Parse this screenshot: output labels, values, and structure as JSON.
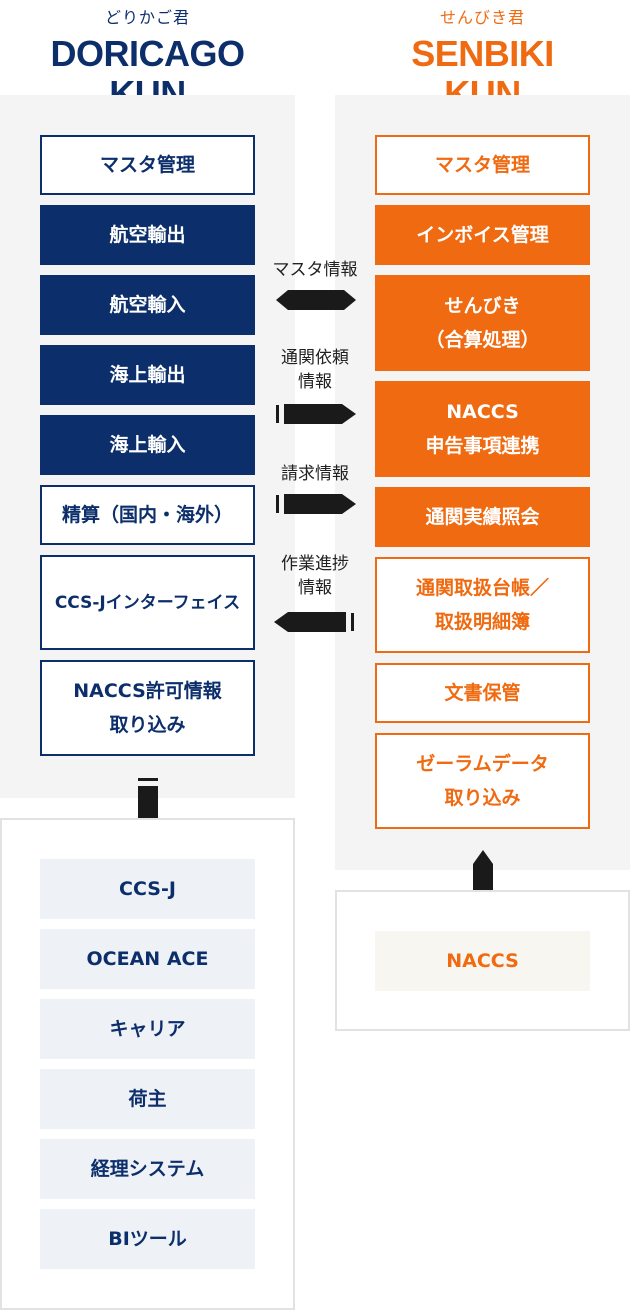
{
  "doricago": {
    "subtitle": "どりかご君",
    "title_line1": "DORICAGO",
    "title_line2": "KUN",
    "modules": [
      "マスタ管理",
      "航空輸出",
      "航空輸入",
      "海上輸出",
      "海上輸入",
      "精算（国内・海外）",
      "CCS-Jインターフェイス",
      "NACCS許可情報\n取り込み"
    ],
    "external": [
      "CCS-J",
      "OCEAN ACE",
      "キャリア",
      "荷主",
      "経理システム",
      "BIツール"
    ]
  },
  "senbiki": {
    "subtitle": "せんびき君",
    "title_line1": "SENBIKI",
    "title_line2": "KUN",
    "modules": [
      "マスタ管理",
      "インボイス管理",
      "せんびき\n（合算処理）",
      "NACCS\n申告事項連携",
      "通関実績照会",
      "通関取扱台帳／\n取扱明細簿",
      "文書保管",
      "ゼーラムデータ\n取り込み"
    ],
    "external": [
      "NACCS"
    ]
  },
  "flows": [
    {
      "label": "マスタ情報",
      "direction": "both"
    },
    {
      "label": "通関依頼\n情報",
      "direction": "to-senbiki"
    },
    {
      "label": "請求情報",
      "direction": "to-senbiki"
    },
    {
      "label": "作業進捗\n情報",
      "direction": "to-doricago"
    }
  ],
  "colors": {
    "navy": "#0c2f6b",
    "orange": "#ef6a10",
    "panel": "#f4f4f4",
    "arrow": "#1a1a1a"
  }
}
